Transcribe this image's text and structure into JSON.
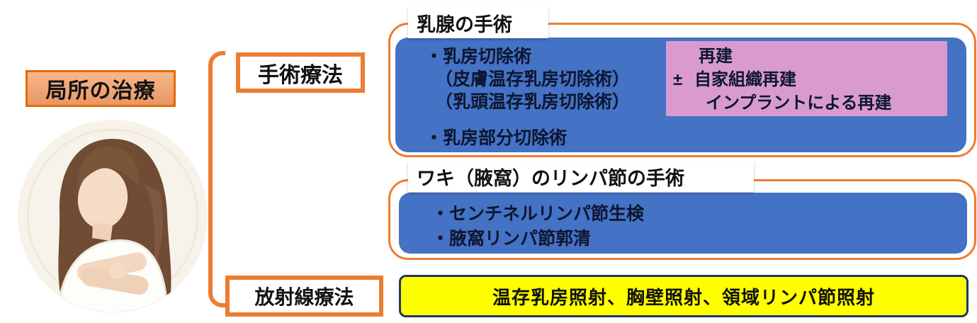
{
  "title_label": "局所の治療",
  "bracket_labels": {
    "surgery": "手術療法",
    "radiation": "放射線療法"
  },
  "breast_surgery_group": {
    "header": "乳腺の手術",
    "items": [
      "・乳房切除術",
      "（皮膚温存乳房切除術）",
      "（乳頭温存乳房切除術）",
      "・乳房部分切除術"
    ],
    "reconstruction_box": {
      "line1": "再建",
      "plus_minus": "±",
      "line2": "自家組織再建",
      "line3": "インプラントによる再建"
    }
  },
  "axilla_group": {
    "header": "ワキ（腋窩）のリンパ節の手術",
    "items": [
      "・センチネルリンパ節生検",
      "・腋窩リンパ節郭清"
    ]
  },
  "radiation_box": {
    "text": "温存乳房照射、胸壁照射、領域リンパ節照射"
  },
  "colors": {
    "orange": "#ED7D31",
    "orange-deep": "#E26B0A",
    "blue": "#4472C4",
    "pink": "#D99BCE",
    "yellow": "#FFFF00",
    "navy": "#1F3864",
    "salmon-top": "#F6B78D",
    "salmon-bottom": "#EA9663"
  }
}
